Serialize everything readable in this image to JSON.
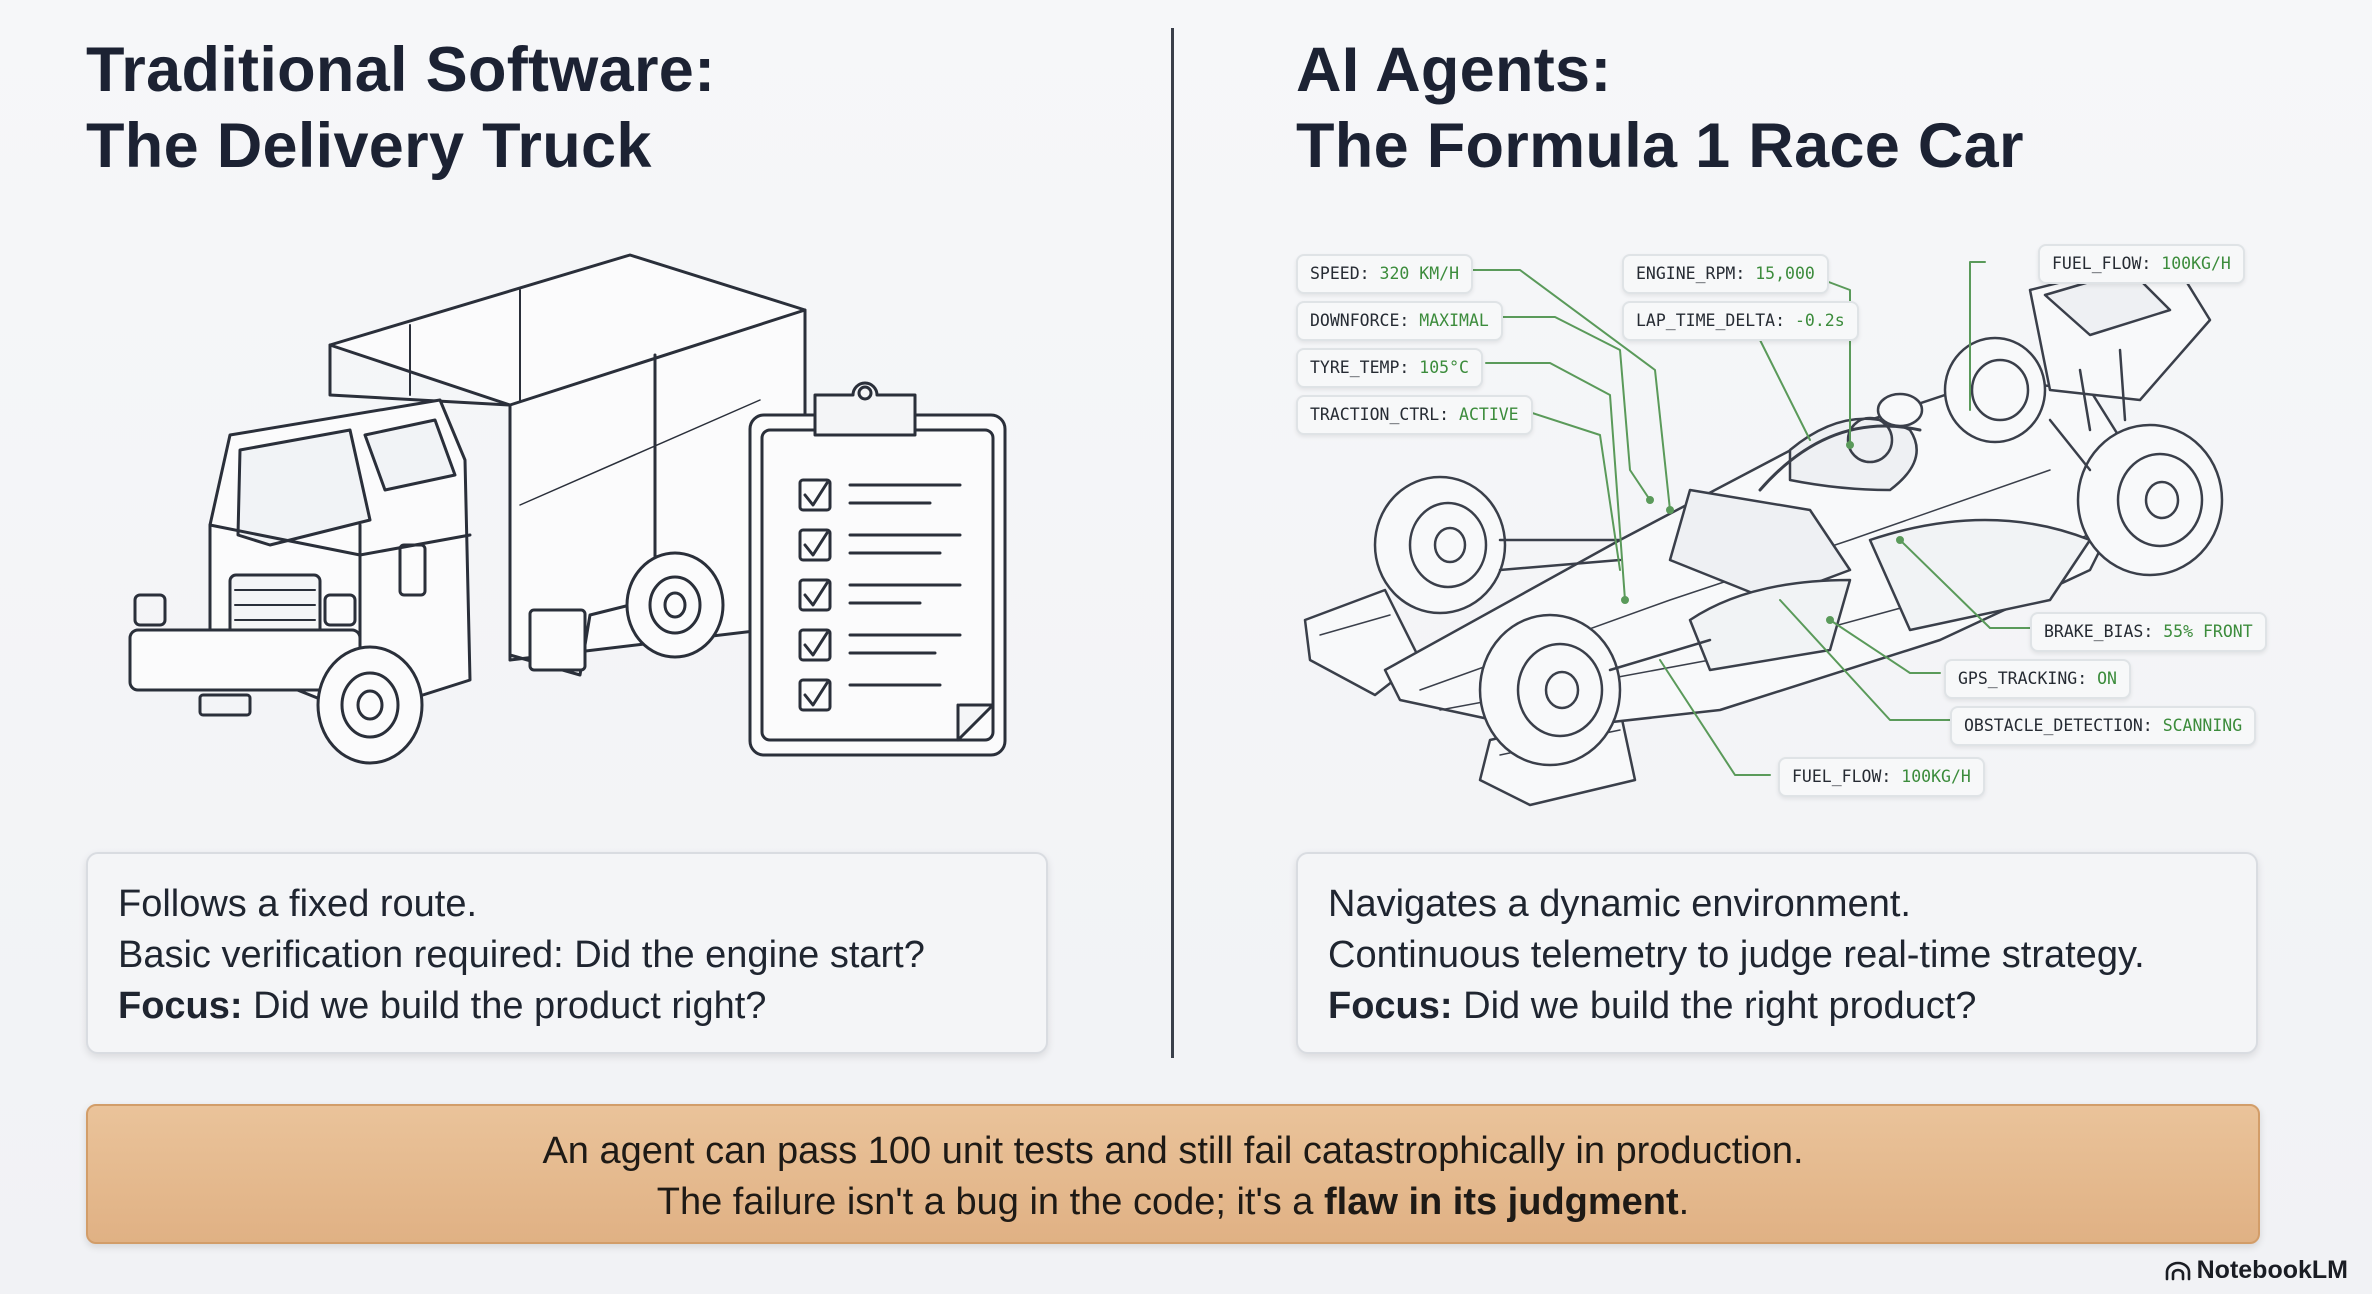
{
  "left": {
    "title_line1": "Traditional Software:",
    "title_line2": "The Delivery Truck",
    "box_line1": "Follows a fixed route.",
    "box_line2": "Basic verification required: Did the engine start?",
    "focus_label": "Focus:",
    "focus_text": " Did we build the product right?"
  },
  "right": {
    "title_line1": "AI Agents:",
    "title_line2": "The Formula 1 Race Car",
    "box_line1": "Navigates a dynamic environment.",
    "box_line2": "Continuous telemetry to judge real-time strategy.",
    "focus_label": "Focus:",
    "focus_text": " Did we build the right product?"
  },
  "telemetry": [
    {
      "key": "SPEED:",
      "value": "320 KM/H"
    },
    {
      "key": "DOWNFORCE:",
      "value": "MAXIMAL"
    },
    {
      "key": "TYRE_TEMP:",
      "value": "105°C"
    },
    {
      "key": "TRACTION_CTRL:",
      "value": "ACTIVE"
    },
    {
      "key": "ENGINE_RPM:",
      "value": "15,000"
    },
    {
      "key": "LAP_TIME_DELTA:",
      "value": "-0.2s"
    },
    {
      "key": "FUEL_FLOW:",
      "value": "100KG/H"
    },
    {
      "key": "BRAKE_BIAS:",
      "value": "55% FRONT"
    },
    {
      "key": "GPS_TRACKING:",
      "value": "ON"
    },
    {
      "key": "OBSTACLE_DETECTION:",
      "value": "SCANNING"
    },
    {
      "key": "FUEL_FLOW:",
      "value": "100KG/H"
    }
  ],
  "banner": {
    "line1": "An agent can pass 100 unit tests and still fail catastrophically in production.",
    "line2_prefix": "The failure isn't a bug in the code; it's a ",
    "line2_bold": "flaw in its judgment",
    "line2_suffix": "."
  },
  "brand": {
    "name": "NotebookLM",
    "icon": "notebooklm-logo-icon"
  },
  "colors": {
    "banner": "#e6bb90",
    "telemetry_value": "#3c8c3c",
    "text": "#1c2233"
  }
}
